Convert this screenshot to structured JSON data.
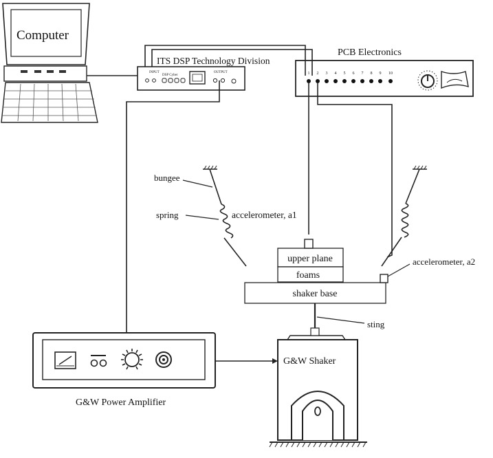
{
  "labels": {
    "computer": "Computer",
    "dsp": "ITS DSP Technology Division",
    "pcb": "PCB Electronics",
    "bungee": "bungee",
    "spring": "spring",
    "accelerometer_a1": "accelerometer, a1",
    "accelerometer_a2": "accelerometer, a2",
    "upper_plane": "upper plane",
    "foams": "foams",
    "shaker_base": "shaker base",
    "sting": "sting",
    "shaker": "G&W Shaker",
    "amplifier": "G&W Power Amplifier"
  },
  "pcb_channels": [
    "1",
    "2",
    "3",
    "4",
    "5",
    "6",
    "7",
    "8",
    "9",
    "10"
  ],
  "dsp_panel_text": [
    "INPUT",
    "DSP Cyber",
    "OUTPUT"
  ]
}
